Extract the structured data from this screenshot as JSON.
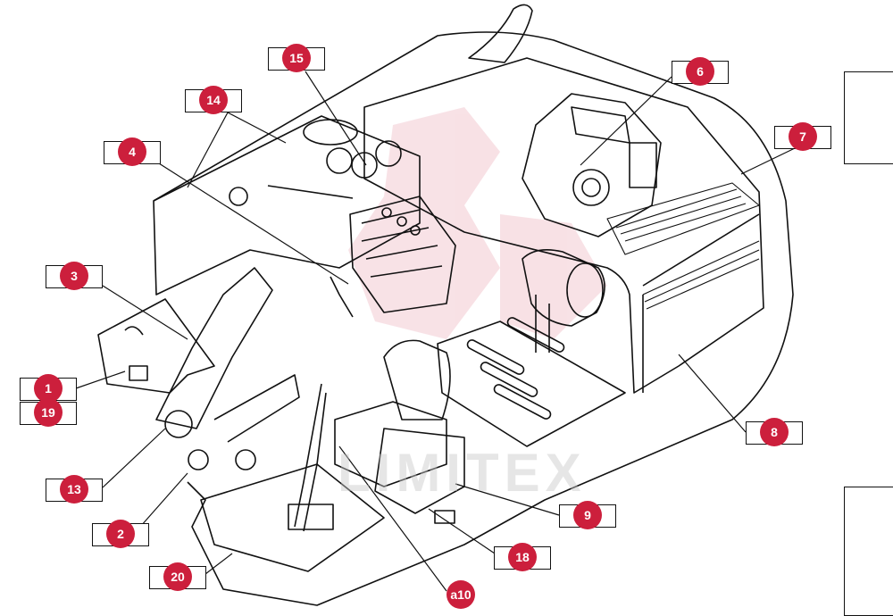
{
  "diagram": {
    "callouts": [
      {
        "id": "c1",
        "label": "1"
      },
      {
        "id": "c2",
        "label": "2"
      },
      {
        "id": "c3",
        "label": "3"
      },
      {
        "id": "c4",
        "label": "4"
      },
      {
        "id": "c6",
        "label": "6"
      },
      {
        "id": "c7",
        "label": "7"
      },
      {
        "id": "c8",
        "label": "8"
      },
      {
        "id": "c9",
        "label": "9"
      },
      {
        "id": "c13",
        "label": "13"
      },
      {
        "id": "c14",
        "label": "14"
      },
      {
        "id": "c15",
        "label": "15"
      },
      {
        "id": "c18",
        "label": "18"
      },
      {
        "id": "c19",
        "label": "19"
      },
      {
        "id": "c20",
        "label": "20"
      },
      {
        "id": "ca10",
        "label": "a10"
      }
    ],
    "watermark": "LIMITEX",
    "accent_color": "#cc1f3c"
  }
}
